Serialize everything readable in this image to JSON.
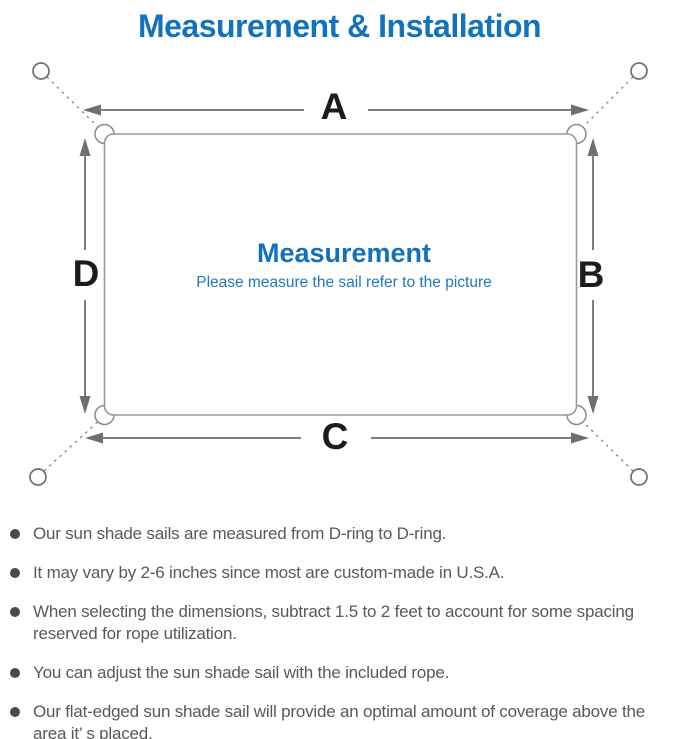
{
  "page": {
    "title": "Measurement & Installation"
  },
  "diagram": {
    "labels": {
      "top": "A",
      "right": "B",
      "bottom": "C",
      "left": "D"
    },
    "center": {
      "heading": "Measurement",
      "subheading": "Please measure the sail refer to the picture"
    },
    "colors": {
      "title_blue": "#1273bd",
      "heading_blue": "#1470b8",
      "subheading_blue": "#1e78c0",
      "line_gray": "#7d7d7d",
      "outline_gray": "#9a9a9a",
      "label_black": "#1c1c1c",
      "note_text_gray": "#595959"
    }
  },
  "notes": {
    "items": [
      "Our sun shade sails are measured from D-ring to D-ring.",
      "It may vary by 2-6 inches since most are custom-made in U.S.A.",
      "When selecting the dimensions, subtract 1.5 to 2 feet to account for some spacing reserved for rope utilization.",
      "You can adjust the sun shade sail with the included rope.",
      "Our flat-edged sun shade sail will provide an optimal amount of coverage above the area it’ s placed."
    ]
  }
}
